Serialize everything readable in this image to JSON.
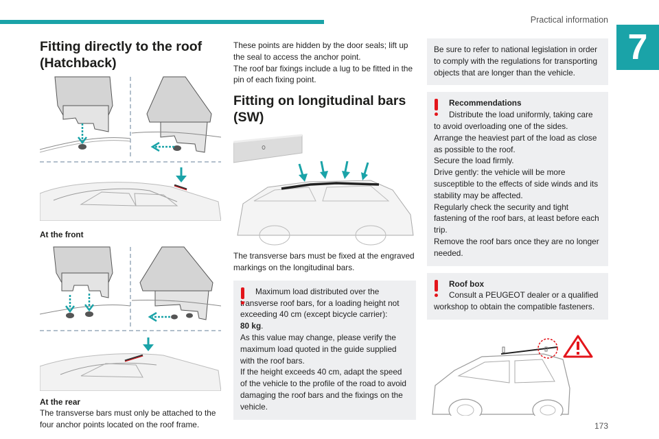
{
  "header": {
    "section_title": "Practical information",
    "chapter_number": "7",
    "page_number": "173"
  },
  "col1": {
    "heading": "Fitting directly to the roof (Hatchback)",
    "caption_front": "At the front",
    "caption_rear": "At the rear",
    "text_rear": "The transverse bars must only be attached to the four anchor points located on the roof frame."
  },
  "col2": {
    "para1": "These points are hidden by the door seals; lift up the seal to access the anchor point.",
    "para2": "The roof bar fixings include a lug to be fitted in the pin of each fixing point.",
    "heading": "Fitting on longitudinal bars (SW)",
    "para3": "The transverse bars must be fixed at the engraved markings on the longitudinal bars.",
    "callout": {
      "line1": "Maximum load distributed over the transverse roof bars, for a loading height not exceeding 40 cm (except bicycle carrier):",
      "load": "80 kg",
      "load_suffix": ".",
      "line2": "As this value may change, please verify the maximum load quoted in the guide supplied with the roof bars.",
      "line3": "If the height exceeds 40 cm, adapt the speed of the vehicle to the profile of the road to avoid damaging the roof bars and the fixings on the vehicle."
    }
  },
  "col3": {
    "note": "Be sure to refer to national legislation in order to comply with the regulations for transporting objects that are longer than the vehicle.",
    "recommendations": {
      "title": "Recommendations",
      "l1": "Distribute the load uniformly, taking care to avoid overloading one of the sides.",
      "l2": "Arrange the heaviest part of the load as close as possible to the roof.",
      "l3": "Secure the load firmly.",
      "l4": "Drive gently: the vehicle will be more susceptible to the effects of side winds and its stability may be affected.",
      "l5": "Regularly check the security and tight fastening of the roof bars, at least before each trip.",
      "l6": "Remove the roof bars once they are no longer needed."
    },
    "roofbox": {
      "title": "Roof box",
      "text": "Consult a PEUGEOT dealer or a qualified workshop to obtain the compatible fasteners."
    }
  },
  "colors": {
    "accent": "#1aa3a8",
    "warning": "#e3151b",
    "callout_bg": "#eeeff1"
  }
}
